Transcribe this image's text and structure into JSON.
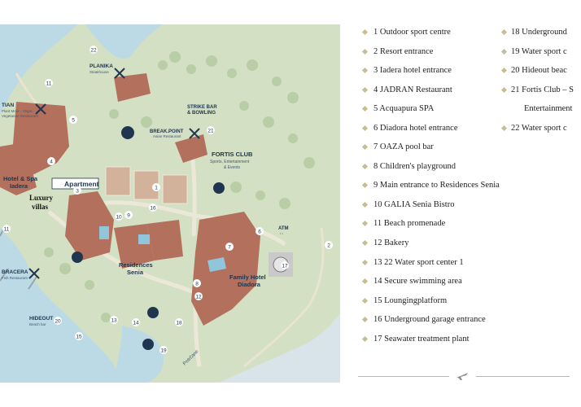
{
  "map": {
    "labels": {
      "planika": "PLANIKA",
      "planika_sub": "Steakhouse",
      "tian": "TIAN",
      "tian_sub1": "Plant Moor - Vegan",
      "tian_sub2": "Vegetarian Restaurant",
      "strike_bar": "STRIKE BAR",
      "strike_bar2": "& BOWLING",
      "breakpoint": "BREAK.POINT",
      "breakpoint_sub": "Asian Restaurant",
      "fortis": "FORTIS CLUB",
      "fortis_sub1": "Sports, Entertainment",
      "fortis_sub2": "& Events",
      "hotel_spa": "Hotel & Spa",
      "iadera": "Iadera",
      "apartment": "Apartment",
      "luxury": "Luxury",
      "villas": "villas",
      "atm": "ATM",
      "atm_sub": "• •",
      "residences": "Residences",
      "senia": "Senia",
      "family_hotel": "Family Hotel",
      "diadora": "Diadora",
      "bracera": "BRACERA",
      "bracera_sub": "Fish Restaurant",
      "hideout": "HIDEOUT",
      "hideout_sub": "Beach bar",
      "petrcane": "Petrčane"
    },
    "markers": {
      "n22": "22",
      "n11a": "11",
      "n11b": "11",
      "n5": "5",
      "n4": "4",
      "n1": "1",
      "n16": "16",
      "n10": "10",
      "n9": "9",
      "n3": "3",
      "n21": "21",
      "n6": "6",
      "n7": "7",
      "n8": "8",
      "n2": "2",
      "n17": "17",
      "n12": "12",
      "n13": "13",
      "n14": "14",
      "n15": "15",
      "n18": "18",
      "n19": "19",
      "n20": "20"
    }
  },
  "legend": {
    "col1": [
      "1 Outdoor sport centre",
      "2 Resort entrance",
      "3 Iadera hotel entrance",
      "4 JADRAN Restaurant",
      "5 Acquapura SPA",
      "6 Diadora hotel entrance",
      "7 OAZA pool bar",
      "8 Children's playground",
      "9 Main entrance to Residences Senia",
      "10 GALIA Senia Bistro",
      "11 Beach promenade",
      "12 Bakery",
      "13 22 Water sport center 1",
      "14 Secure swimming area",
      "15 Loungingplatform",
      "16 Underground garage entrance",
      "17 Seawater treatment plant"
    ],
    "col2": {
      "i18": "18 Underground",
      "i19": "19 Water sport c",
      "i20": "20 Hideout beac",
      "i21": "21 Fortis Club – S",
      "i21b": "Entertainment",
      "i22": "22 Water sport c"
    }
  },
  "colors": {
    "sea": "#bcd9e6",
    "land": "#d3e0c4",
    "building": "#b3705c",
    "road": "#ece8d8",
    "legend_bullet": "#c6bd92",
    "label_navy": "#1f3550"
  }
}
